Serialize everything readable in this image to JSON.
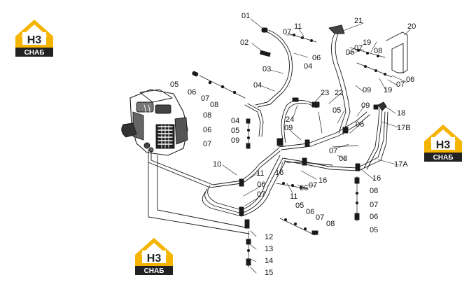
{
  "logo": {
    "mark": "H3",
    "word": "СНАБ",
    "accent": "#f5b400",
    "dark": "#222222"
  },
  "callouts": [
    "01",
    "02",
    "03",
    "04",
    "05",
    "06",
    "07",
    "08",
    "09",
    "10",
    "11",
    "12",
    "13",
    "14",
    "15",
    "16",
    "17A",
    "17B",
    "18",
    "19",
    "20",
    "21",
    "22",
    "23",
    "24"
  ]
}
